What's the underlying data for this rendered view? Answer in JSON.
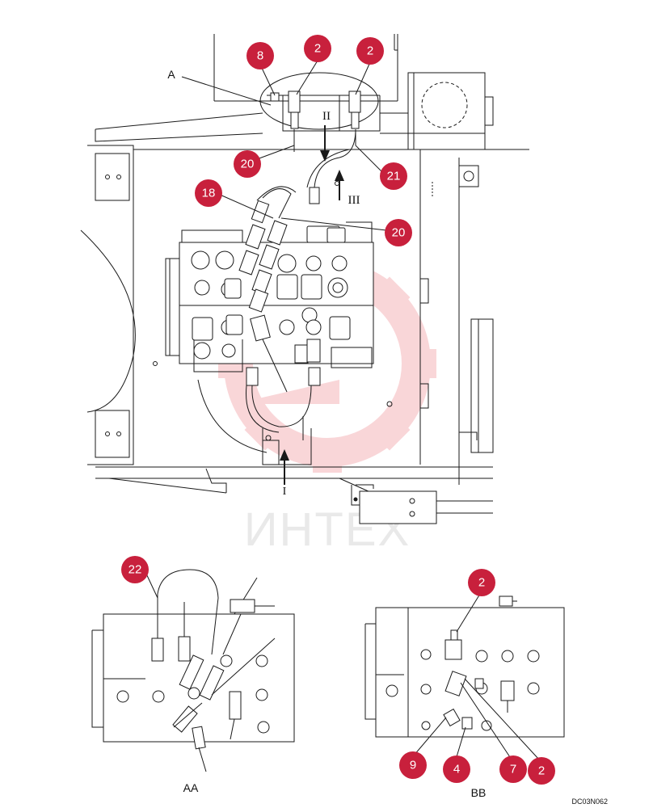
{
  "diagram": {
    "section_labels": {
      "main_view": "A",
      "detail_left": "AA",
      "detail_right": "BB"
    },
    "flow_labels": {
      "flow_1": "I",
      "flow_2": "II",
      "flow_3": "III"
    },
    "doc_code": "DC03N062",
    "watermark_text": "ИНТЕХ",
    "callout_color": "#c8203c",
    "callouts": [
      {
        "id": "c8",
        "label": "8"
      },
      {
        "id": "c2a",
        "label": "2"
      },
      {
        "id": "c2b",
        "label": "2"
      },
      {
        "id": "c20a",
        "label": "20"
      },
      {
        "id": "c21",
        "label": "21"
      },
      {
        "id": "c18",
        "label": "18"
      },
      {
        "id": "c20b",
        "label": "20"
      },
      {
        "id": "c22",
        "label": "22"
      },
      {
        "id": "c2c",
        "label": "2"
      },
      {
        "id": "c9",
        "label": "9"
      },
      {
        "id": "c4",
        "label": "4"
      },
      {
        "id": "c7",
        "label": "7"
      },
      {
        "id": "c2d",
        "label": "2"
      }
    ]
  }
}
